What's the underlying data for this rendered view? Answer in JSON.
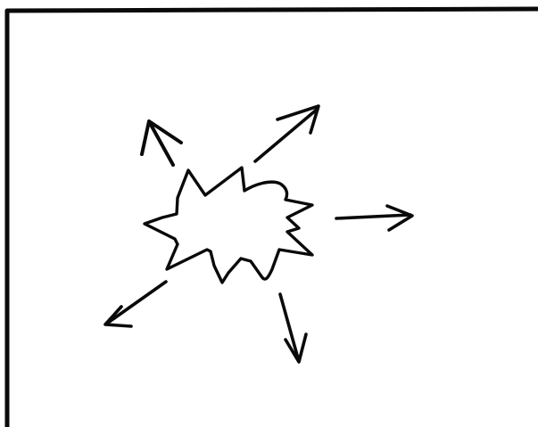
{
  "sketch": {
    "ink_color": "#0a0a0a",
    "paper_color": "#ffffff",
    "center_shape": "starburst",
    "arrow_count": 5,
    "arrow_directions": [
      "up-left",
      "up-right",
      "right",
      "down",
      "down-left"
    ]
  }
}
